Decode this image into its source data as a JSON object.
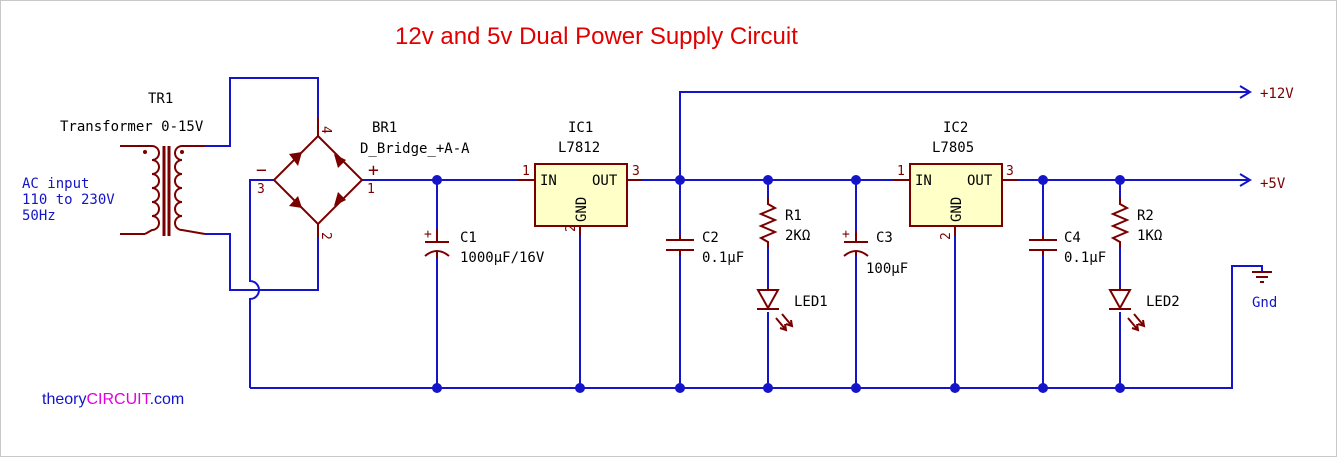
{
  "title": "12v and 5v Dual Power Supply Circuit",
  "ac_input": {
    "line1": "AC input",
    "line2": "110 to 230V",
    "line3": "50Hz"
  },
  "transformer": {
    "ref": "TR1",
    "value": "Transformer 0-15V"
  },
  "bridge": {
    "ref": "BR1",
    "value": "D_Bridge_+A-A",
    "pin_plus": "+",
    "pin_minus": "−",
    "pin1": "1",
    "pin2": "2",
    "pin3": "3",
    "pin4": "4"
  },
  "ic1": {
    "ref": "IC1",
    "value": "L7812",
    "in": "IN",
    "out": "OUT",
    "gnd": "GND",
    "pin1": "1",
    "pin2": "2",
    "pin3": "3"
  },
  "ic2": {
    "ref": "IC2",
    "value": "L7805",
    "in": "IN",
    "out": "OUT",
    "gnd": "GND",
    "pin1": "1",
    "pin2": "2",
    "pin3": "3"
  },
  "c1": {
    "ref": "C1",
    "value": "1000µF/16V"
  },
  "c2": {
    "ref": "C2",
    "value": "0.1µF"
  },
  "c3": {
    "ref": "C3",
    "value": "100µF"
  },
  "c4": {
    "ref": "C4",
    "value": "0.1µF"
  },
  "r1": {
    "ref": "R1",
    "value": "2KΩ"
  },
  "r2": {
    "ref": "R2",
    "value": "1KΩ"
  },
  "led1": {
    "ref": "LED1"
  },
  "led2": {
    "ref": "LED2"
  },
  "outputs": {
    "v12": "+12V",
    "v5": "+5V",
    "gnd": "Gnd"
  },
  "brand": {
    "prefix": "theory",
    "highlight": "CIRCUIT",
    "suffix": ".com"
  },
  "colors": {
    "wire": "#1414c8",
    "component": "#7a0000",
    "title": "#e00000",
    "ic_fill": "#ffffc8",
    "brand_prefix": "#1414c8",
    "brand_highlight": "#e000e0"
  }
}
